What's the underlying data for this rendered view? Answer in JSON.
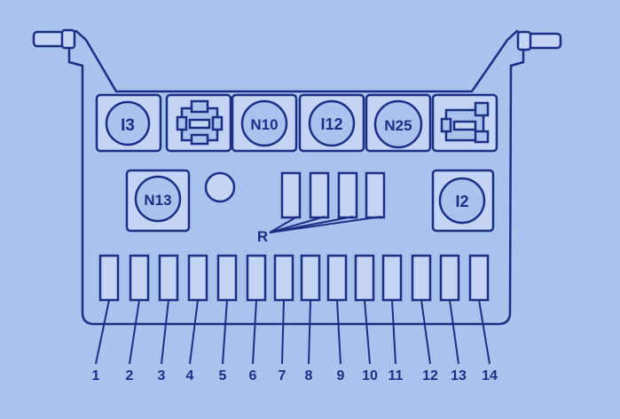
{
  "colors": {
    "background": "#a9c2ee",
    "ink": "#1c2f86",
    "panel_fill": "#a9c2ee",
    "socket_fill": "#c3d4f5"
  },
  "relays_top": [
    {
      "label": "I3",
      "kind": "relay"
    },
    {
      "label": "",
      "kind": "connector"
    },
    {
      "label": "N10",
      "kind": "relay"
    },
    {
      "label": "I12",
      "kind": "relay"
    },
    {
      "label": "N25",
      "kind": "relay"
    },
    {
      "label": "",
      "kind": "connector"
    }
  ],
  "relays_middle": [
    {
      "label": "N13"
    },
    {
      "label": "I2"
    }
  ],
  "reserve_label": "R",
  "reserve_fuse_count": 4,
  "fuse_numbers": [
    "1",
    "2",
    "3",
    "4",
    "5",
    "6",
    "7",
    "8",
    "9",
    "10",
    "11",
    "12",
    "13",
    "14"
  ]
}
